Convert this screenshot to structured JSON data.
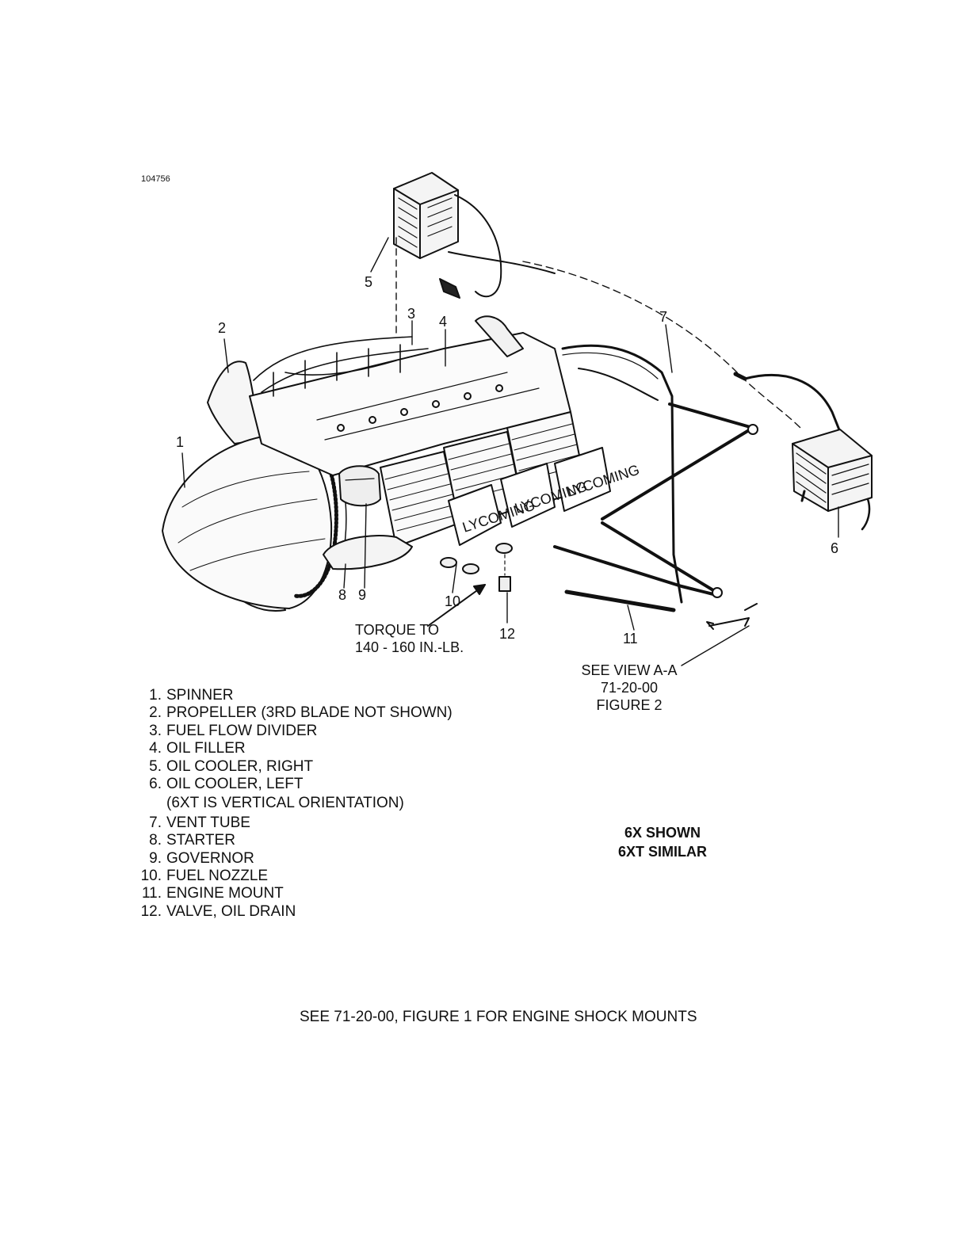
{
  "figure_id": "104756",
  "callouts": [
    "1",
    "2",
    "3",
    "4",
    "5",
    "6",
    "7",
    "8",
    "9",
    "10",
    "11",
    "12"
  ],
  "torque_note": {
    "line1": "TORQUE TO",
    "line2": "140 - 160 IN.-LB."
  },
  "see_view": {
    "line1": "SEE VIEW A-A",
    "line2": "71-20-00",
    "line3": "FIGURE 2"
  },
  "legend": [
    {
      "num": "1.",
      "text": "SPINNER"
    },
    {
      "num": "2.",
      "text": "PROPELLER (3RD BLADE NOT SHOWN)"
    },
    {
      "num": "3.",
      "text": "FUEL FLOW DIVIDER"
    },
    {
      "num": "4.",
      "text": "OIL FILLER"
    },
    {
      "num": "5.",
      "text": "OIL COOLER, RIGHT"
    },
    {
      "num": "6.",
      "text": "OIL COOLER, LEFT"
    },
    {
      "num": "",
      "text": "(6XT IS VERTICAL ORIENTATION)"
    },
    {
      "num": "7.",
      "text": "VENT TUBE"
    },
    {
      "num": "8.",
      "text": "STARTER"
    },
    {
      "num": "9.",
      "text": "GOVERNOR"
    },
    {
      "num": "10.",
      "text": "FUEL NOZZLE"
    },
    {
      "num": "11.",
      "text": "ENGINE MOUNT"
    },
    {
      "num": "12.",
      "text": "VALVE, OIL DRAIN"
    }
  ],
  "note": {
    "line1": "6X SHOWN",
    "line2": "6XT SIMILAR"
  },
  "footer": "SEE 71-20-00, FIGURE 1 FOR ENGINE SHOCK MOUNTS",
  "engine_brand_marks": [
    "LYCOMING",
    "LYCOMING",
    "LYCOMING"
  ]
}
